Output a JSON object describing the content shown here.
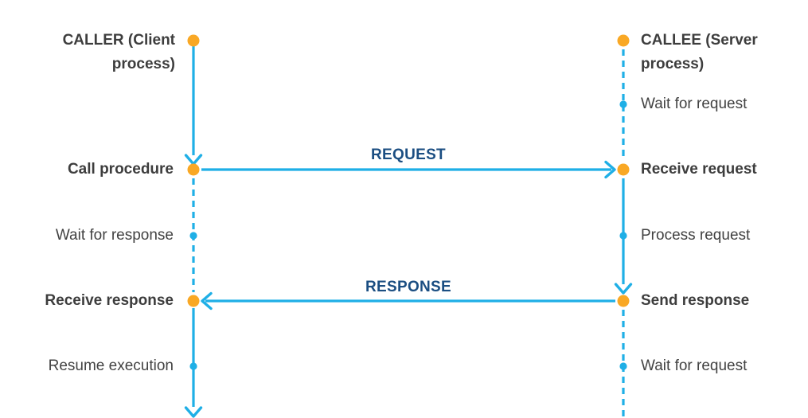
{
  "colors": {
    "line_blue": "#1fafe6",
    "dot_orange": "#f9a825",
    "message_label_navy": "#1b4e82",
    "text_dark": "#3d3d3d"
  },
  "caller": {
    "header_line1": "CALLER (Client",
    "header_line2": "process)",
    "events": [
      {
        "label": "Call procedure",
        "style": "bold",
        "marker": "orange-dot"
      },
      {
        "label": "Wait for response",
        "style": "regular",
        "marker": "blue-dot"
      },
      {
        "label": "Receive response",
        "style": "bold",
        "marker": "orange-dot"
      },
      {
        "label": "Resume execution",
        "style": "regular",
        "marker": "blue-dot"
      }
    ]
  },
  "callee": {
    "header_line1": "CALLEE (Server",
    "header_line2": "process)",
    "events": [
      {
        "label": "Wait for request",
        "style": "regular",
        "marker": "blue-dot"
      },
      {
        "label": "Receive request",
        "style": "bold",
        "marker": "orange-dot"
      },
      {
        "label": "Process request",
        "style": "regular",
        "marker": "blue-dot"
      },
      {
        "label": "Send response",
        "style": "bold",
        "marker": "orange-dot"
      },
      {
        "label": "Wait for request",
        "style": "regular",
        "marker": "blue-dot"
      }
    ]
  },
  "messages": [
    {
      "label": "REQUEST",
      "from": "caller",
      "to": "callee",
      "direction": "right"
    },
    {
      "label": "RESPONSE",
      "from": "callee",
      "to": "caller",
      "direction": "left"
    }
  ]
}
